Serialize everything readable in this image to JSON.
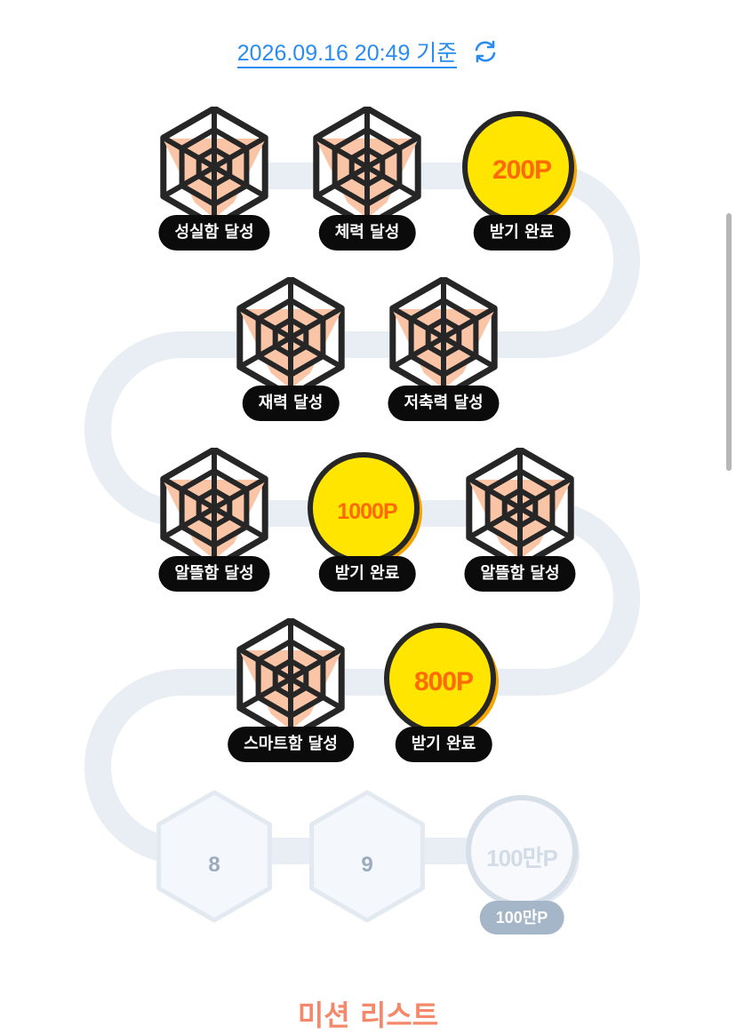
{
  "header": {
    "timestamp": "2026.09.16 20:49 기준",
    "refresh_icon": "refresh-icon"
  },
  "colors": {
    "track": "#e9edf4",
    "badge_fill": "#f9c5a6",
    "coin": "#ffe500",
    "coin_text": "#ff6a00",
    "pill": "#0b0b0b",
    "locked": "#a5b6c8",
    "accent_link": "#2a8cf0",
    "title": "#f4886a"
  },
  "nodes": [
    {
      "id": "badge-diligence",
      "type": "badge",
      "label": "성실함 달성"
    },
    {
      "id": "badge-stamina",
      "type": "badge",
      "label": "체력 달성"
    },
    {
      "id": "coin-200",
      "type": "coin",
      "coin_text": "200P",
      "label": "받기 완료"
    },
    {
      "id": "badge-wealth",
      "type": "badge",
      "label": "재력 달성"
    },
    {
      "id": "badge-saving",
      "type": "badge",
      "label": "저축력 달성"
    },
    {
      "id": "badge-frugal-1",
      "type": "badge",
      "label": "알뜰함 달성"
    },
    {
      "id": "coin-1000",
      "type": "coin",
      "coin_text": "1000P",
      "label": "받기 완료"
    },
    {
      "id": "badge-frugal-2",
      "type": "badge",
      "label": "알뜰함 달성"
    },
    {
      "id": "badge-smart",
      "type": "badge",
      "label": "스마트함 달성"
    },
    {
      "id": "coin-800",
      "type": "coin",
      "coin_text": "800P",
      "label": "받기 완료"
    },
    {
      "id": "locked-8",
      "type": "locked_hex",
      "number": "8"
    },
    {
      "id": "locked-9",
      "type": "locked_hex",
      "number": "9"
    },
    {
      "id": "locked-coin",
      "type": "locked_coin",
      "coin_text": "100만P",
      "label": "100만P"
    }
  ],
  "mission_list": {
    "title": "미션 리스트"
  }
}
